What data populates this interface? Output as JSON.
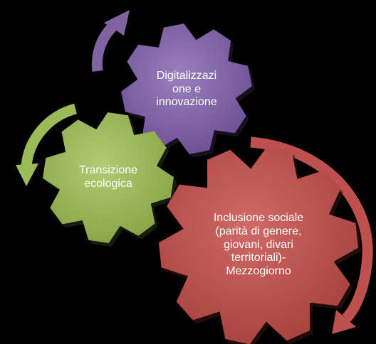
{
  "diagram": {
    "background": "#000000",
    "gears": [
      {
        "id": "digital",
        "color": "#8064a2",
        "shade": "#5e4680",
        "lines": [
          "Digitalizzazi",
          "one e",
          "innovazione"
        ]
      },
      {
        "id": "green",
        "color": "#9bbb59",
        "shade": "#6f8f35",
        "lines": [
          "Transizione",
          "ecologica"
        ]
      },
      {
        "id": "social",
        "color": "#c0504d",
        "shade": "#8e302e",
        "lines": [
          "Inclusione sociale",
          "(parità di genere,",
          "giovani, divari",
          "territoriali)-",
          "Mezzogiorno"
        ]
      }
    ],
    "arrows": [
      {
        "id": "arrow-purple",
        "color": "#8064a2",
        "icon": "curved-arrow-up-right"
      },
      {
        "id": "arrow-green",
        "color": "#9bbb59",
        "icon": "curved-arrow-down"
      },
      {
        "id": "arrow-red",
        "color": "#c0504d",
        "icon": "curved-arrow-down-left"
      }
    ]
  }
}
